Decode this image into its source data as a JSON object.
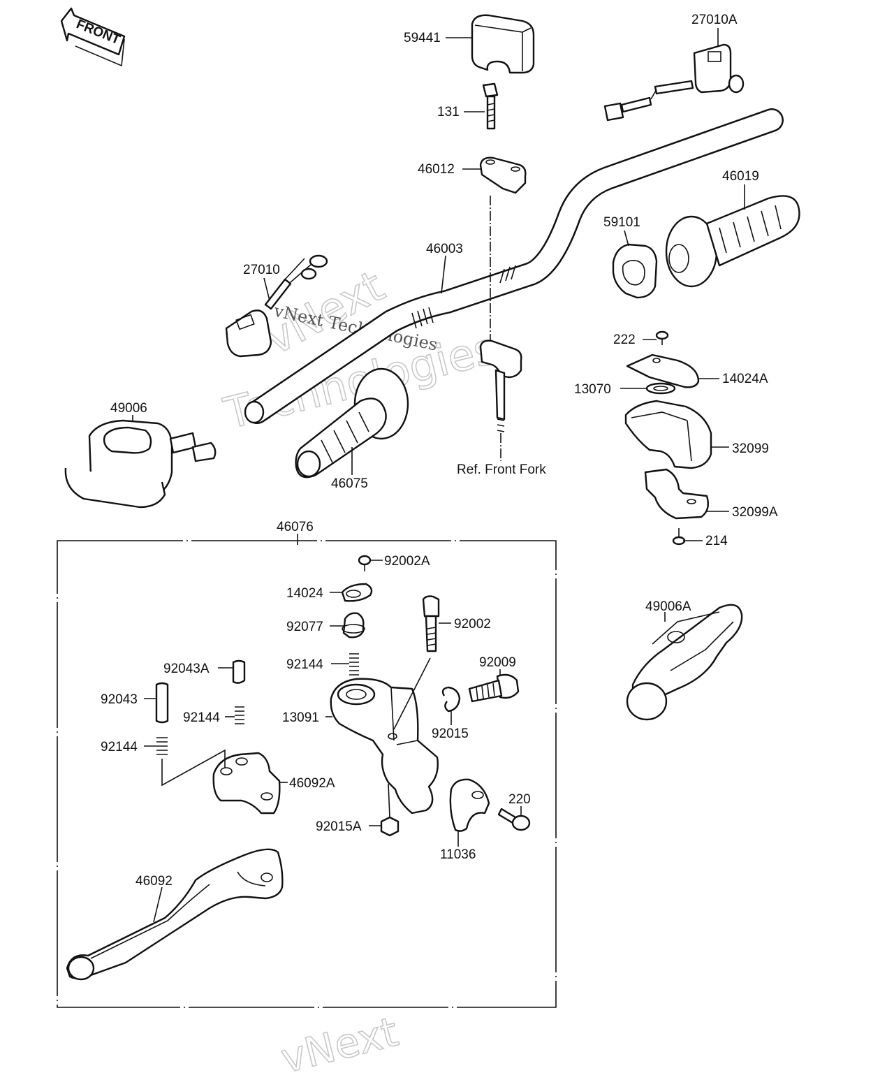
{
  "front_marker": "FRONT",
  "watermarks": [
    "vNext",
    "Technologies",
    "vNext Technologies",
    "vNext"
  ],
  "labels": {
    "p59441": "59441",
    "p131": "131",
    "p46012": "46012",
    "p27010A": "27010A",
    "p46019": "46019",
    "p59101": "59101",
    "p46003": "46003",
    "p27010": "27010",
    "p49006": "49006",
    "p46075": "46075",
    "ref_front_fork": "Ref. Front Fork",
    "p222": "222",
    "p14024A": "14024A",
    "p13070": "13070",
    "p32099": "32099",
    "p32099A": "32099A",
    "p214": "214",
    "p46076": "46076",
    "p92002A": "92002A",
    "p14024": "14024",
    "p92077": "92077",
    "p92002": "92002",
    "p92144a": "92144",
    "p92009": "92009",
    "p92043A": "92043A",
    "p92043": "92043",
    "p92144b": "92144",
    "p13091": "13091",
    "p92015": "92015",
    "p92144c": "92144",
    "p46092A": "46092A",
    "p49006A": "49006A",
    "p220": "220",
    "p92015A": "92015A",
    "p11036": "11036",
    "p46092": "46092"
  }
}
